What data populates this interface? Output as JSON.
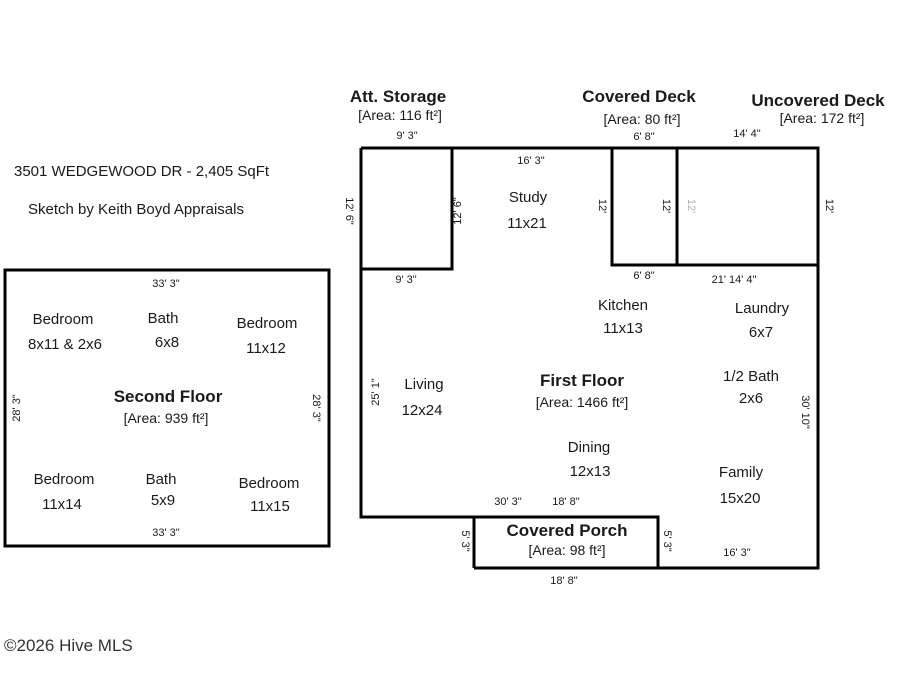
{
  "header": {
    "address": "3501 WEDGEWOOD DR - 2,405 SqFt",
    "credit": "Sketch by Keith Boyd Appraisals"
  },
  "second_floor": {
    "title": "Second Floor",
    "area": "[Area: 939 ft²]",
    "dims": {
      "top": "33' 3\"",
      "bottom": "33' 3\"",
      "left": "28' 3\"",
      "right": "28' 3\""
    },
    "rooms": [
      {
        "name": "Bedroom",
        "size": "8x11 & 2x6"
      },
      {
        "name": "Bath",
        "size": "6x8"
      },
      {
        "name": "Bedroom",
        "size": "11x12"
      },
      {
        "name": "Bedroom",
        "size": "11x14"
      },
      {
        "name": "Bath",
        "size": "5x9"
      },
      {
        "name": "Bedroom",
        "size": "11x15"
      }
    ]
  },
  "att_storage": {
    "title": "Att. Storage",
    "area": "[Area: 116 ft²]",
    "dims": {
      "top": "9' 3\"",
      "bottom": "9' 3\"",
      "left": "12' 6\"",
      "right": "12' 6\""
    }
  },
  "covered_deck": {
    "title": "Covered Deck",
    "area": "[Area: 80 ft²]",
    "dims": {
      "top": "6' 8\"",
      "bottom": "6' 8\"",
      "left": "12'",
      "right": "12'"
    }
  },
  "uncovered_deck": {
    "title": "Uncovered Deck",
    "area": "[Area: 172 ft²]",
    "dims": {
      "top": "14' 4\"",
      "bottom": "21' 14' 4\"",
      "left": "12'",
      "right": "12'"
    }
  },
  "first_floor": {
    "title": "First Floor",
    "area": "[Area: 1466 ft²]",
    "dims": {
      "top": "16' 3\"",
      "left": "25' 1\"",
      "right": "30' 10\"",
      "bottom_left": "30' 3\"",
      "bottom_mid": "18' 8\"",
      "bottom_right": "16' 3\""
    },
    "rooms": [
      {
        "name": "Study",
        "size": "11x21"
      },
      {
        "name": "Kitchen",
        "size": "11x13"
      },
      {
        "name": "Laundry",
        "size": "6x7"
      },
      {
        "name": "Living",
        "size": "12x24"
      },
      {
        "name": "1/2 Bath",
        "size": "2x6"
      },
      {
        "name": "Dining",
        "size": "12x13"
      },
      {
        "name": "Family",
        "size": "15x20"
      }
    ]
  },
  "covered_porch": {
    "title": "Covered Porch",
    "area": "[Area: 98 ft²]",
    "dims": {
      "bottom": "18' 8\"",
      "left": "5' 3\"",
      "right": "5' 3\""
    }
  },
  "footer": {
    "copyright": "©2026 Hive MLS"
  }
}
